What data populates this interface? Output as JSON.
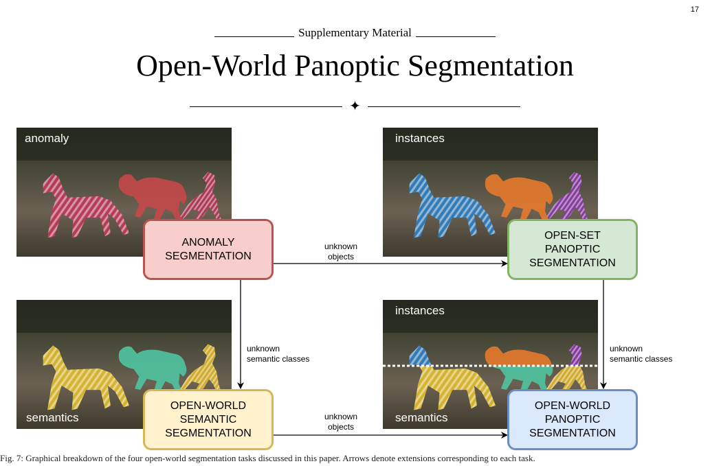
{
  "page_number": "17",
  "supplementary_label": "Supplementary Material",
  "title": "Open-World Panoptic Segmentation",
  "ornament": "✦",
  "panels": {
    "anomaly": {
      "label": "anomaly"
    },
    "instances_top": {
      "label": "instances"
    },
    "semantics": {
      "label": "semantics"
    },
    "combined": {
      "top_label": "instances",
      "bottom_label": "semantics"
    }
  },
  "boxes": {
    "anomaly": {
      "line1": "ANOMALY",
      "line2": "SEGMENTATION",
      "fill": "#f8cecc",
      "stroke": "#b85450"
    },
    "open_set": {
      "line1": "OPEN-SET",
      "line2": "PANOPTIC",
      "line3": "SEGMENTATION",
      "fill": "#d5e8d4",
      "stroke": "#82b366"
    },
    "open_world_semantic": {
      "line1": "OPEN-WORLD",
      "line2": "SEMANTIC",
      "line3": "SEGMENTATION",
      "fill": "#fff2cc",
      "stroke": "#d6b656"
    },
    "open_world_panoptic": {
      "line1": "OPEN-WORLD",
      "line2": "PANOPTIC",
      "line3": "SEGMENTATION",
      "fill": "#dae8fc",
      "stroke": "#6c8ebf"
    }
  },
  "arrows": {
    "top": {
      "line1": "unknown",
      "line2": "objects"
    },
    "left": {
      "line1": "unknown",
      "line2": "semantic classes"
    },
    "right": {
      "line1": "unknown",
      "line2": "semantic classes"
    },
    "bottom": {
      "line1": "unknown",
      "line2": "objects"
    }
  },
  "caption": "Fig. 7: Graphical breakdown of the four open-world segmentation tasks discussed in this paper. Arrows denote extensions corresponding to each task."
}
